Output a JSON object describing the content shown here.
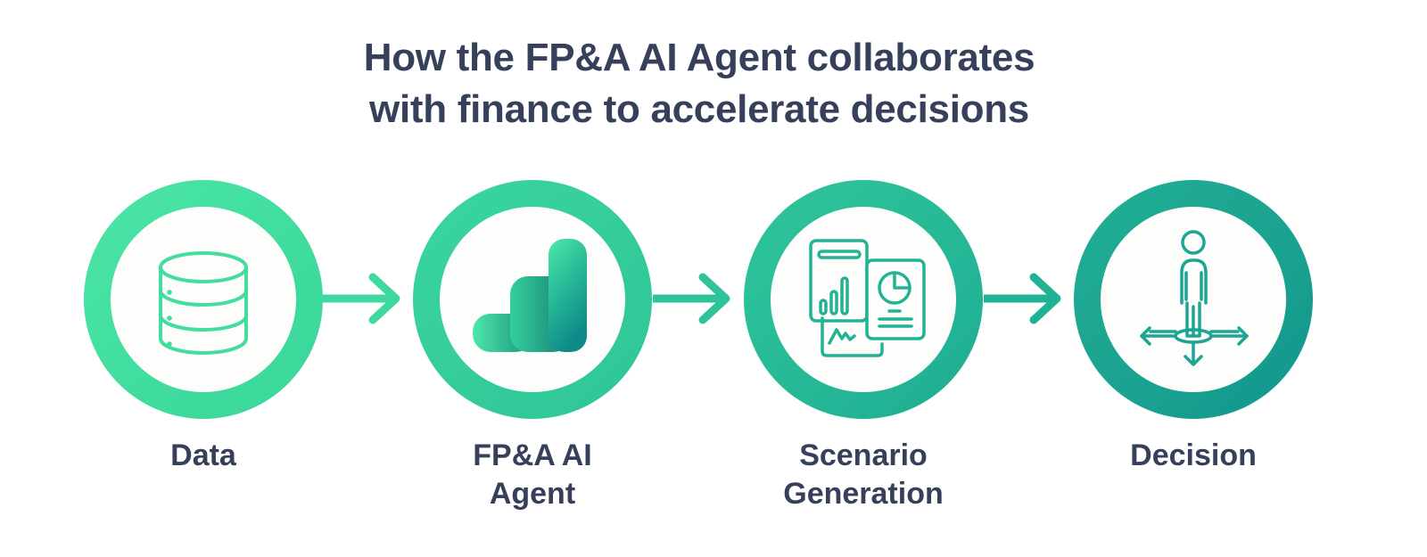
{
  "title": {
    "line1": "How the FP&A AI Agent collaborates",
    "line2": "with finance to accelerate decisions"
  },
  "colors": {
    "text": "#36405a",
    "ring_start": "#48e3a4",
    "ring_end": "#139a8f",
    "background": "#ffffff",
    "inner": "#fdfdfb"
  },
  "steps": [
    {
      "id": "data",
      "icon": "database-icon",
      "label_line1": "Data",
      "label_line2": "",
      "ring_color": "#44dfa0",
      "icon_color": "#43dd9e"
    },
    {
      "id": "fpa-ai-agent",
      "icon": "bar-chart-logo-icon",
      "label_line1": "FP&A AI",
      "label_line2": "Agent",
      "ring_color": "#35cc9b",
      "icon_color": "#2bc29a"
    },
    {
      "id": "scenario-generation",
      "icon": "reports-dashboard-icon",
      "label_line1": "Scenario",
      "label_line2": "Generation",
      "ring_color": "#26b996",
      "icon_color": "#22b394"
    },
    {
      "id": "decision",
      "icon": "person-crossroads-icon",
      "label_line1": "Decision",
      "label_line2": "",
      "ring_color": "#1aa491",
      "icon_color": "#1ca593"
    }
  ],
  "arrows": [
    {
      "from": "data",
      "to": "fpa-ai-agent",
      "color": "#3fd9a0"
    },
    {
      "from": "fpa-ai-agent",
      "to": "scenario-generation",
      "color": "#2ec39a"
    },
    {
      "from": "scenario-generation",
      "to": "decision",
      "color": "#20b295"
    }
  ]
}
